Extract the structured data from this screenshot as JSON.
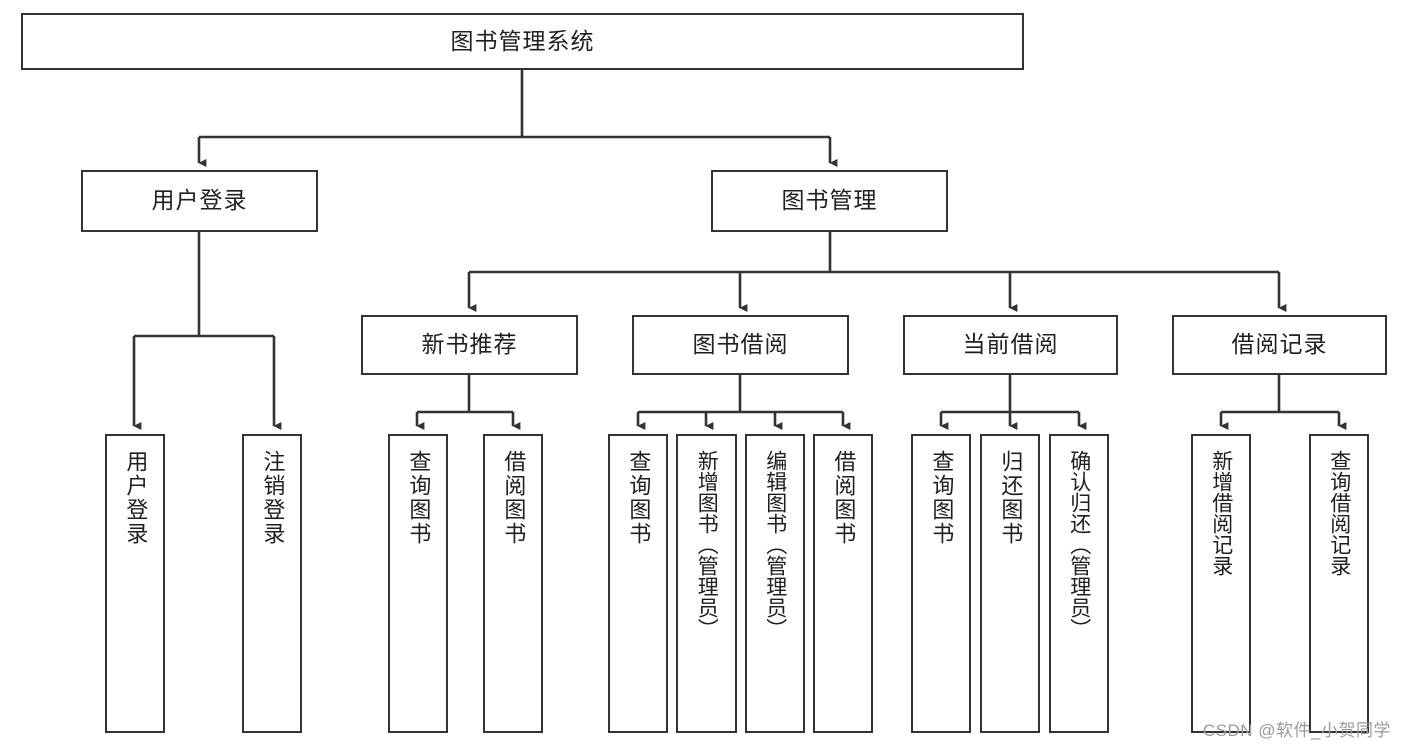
{
  "diagram": {
    "title": "图书管理系统",
    "type": "tree-hierarchy-chart",
    "colors": {
      "box_border": "#333333",
      "box_fill": "#ffffff",
      "edge": "#333333",
      "text": "#1f1f1f",
      "watermark": "#9b9b9b",
      "background": "#ffffff"
    }
  },
  "root": {
    "label": "图书管理系统"
  },
  "level2": [
    {
      "label": "用户登录"
    },
    {
      "label": "图书管理"
    }
  ],
  "level3": [
    {
      "label": "新书推荐"
    },
    {
      "label": "图书借阅"
    },
    {
      "label": "当前借阅"
    },
    {
      "label": "借阅记录"
    }
  ],
  "leaves": {
    "user_login": [
      {
        "label": "用户登录"
      },
      {
        "label": "注销登录"
      }
    ],
    "new_book_recommend": [
      {
        "label": "查询图书"
      },
      {
        "label": "借阅图书"
      }
    ],
    "book_borrow": [
      {
        "label": "查询图书"
      },
      {
        "label": "新增图书（管理员）"
      },
      {
        "label": "编辑图书（管理员）"
      },
      {
        "label": "借阅图书"
      }
    ],
    "current_borrow": [
      {
        "label": "查询图书"
      },
      {
        "label": "归还图书"
      },
      {
        "label": "确认归还（管理员）"
      }
    ],
    "borrow_record": [
      {
        "label": "新增借阅记录"
      },
      {
        "label": "查询借阅记录"
      }
    ]
  },
  "watermark": {
    "text": "CSDN @软件_小贺同学"
  }
}
